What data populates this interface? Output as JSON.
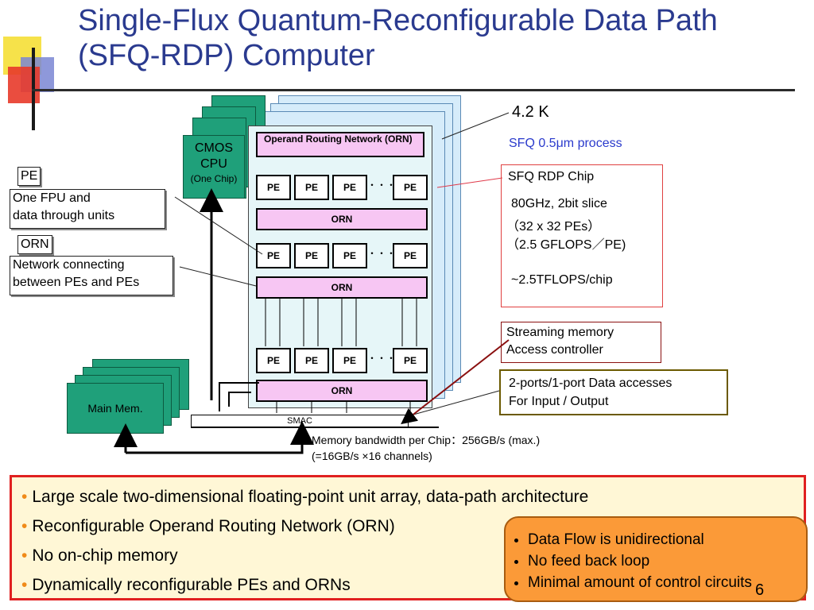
{
  "title": "Single-Flux Quantum-Reconfigurable Data Path (SFQ-RDP) Computer",
  "cmos": {
    "line1": "CMOS",
    "line2": "CPU",
    "line3": "(One Chip)"
  },
  "orn_block_title": "Operand Routing Network (ORN)",
  "pe_label": "PE",
  "dots": "・・・",
  "orn_label": "ORN",
  "smac_label": "SMAC",
  "main_mem": "Main Mem.",
  "left_labels": {
    "pe_tag": "PE",
    "pe_desc_1": "One FPU and",
    "pe_desc_2": "data through units",
    "orn_tag": "ORN",
    "orn_desc_1": "Network connecting",
    "orn_desc_2": "between PEs and PEs"
  },
  "right": {
    "temp": "4.2 K",
    "process": "SFQ 0.5μm process",
    "chip_title": "SFQ RDP Chip",
    "chip_l1": "80GHz, 2bit slice",
    "chip_l2": "（32 x 32 PEs）",
    "chip_l3": "（2.5 GFLOPS／PE)",
    "chip_l4": "~2.5TFLOPS/chip",
    "stream_l1": "Streaming memory",
    "stream_l2": "Access controller",
    "ports_l1": "2-ports/1-port Data accesses",
    "ports_l2": "For Input / Output"
  },
  "bandwidth_l1": "Memory bandwidth per Chip：256GB/s (max.)",
  "bandwidth_l2": "(=16GB/s  ×16 channels)",
  "bullets": [
    "Large scale two-dimensional floating-point unit array, data-path architecture",
    "Reconfigurable Operand Routing Network (ORN)",
    "No on-chip memory",
    "Dynamically reconfigurable PEs and ORNs"
  ],
  "callout": [
    "Data Flow is unidirectional",
    "No feed back loop",
    "Minimal amount of control circuits"
  ],
  "page_number": "6",
  "colors": {
    "title": "#2a3a8f",
    "orn_fill": "#f7c6f3",
    "board": "#d6ecfa",
    "green": "#1fa07a",
    "bullet_border": "#e02020",
    "callout": "#fb9a38"
  }
}
